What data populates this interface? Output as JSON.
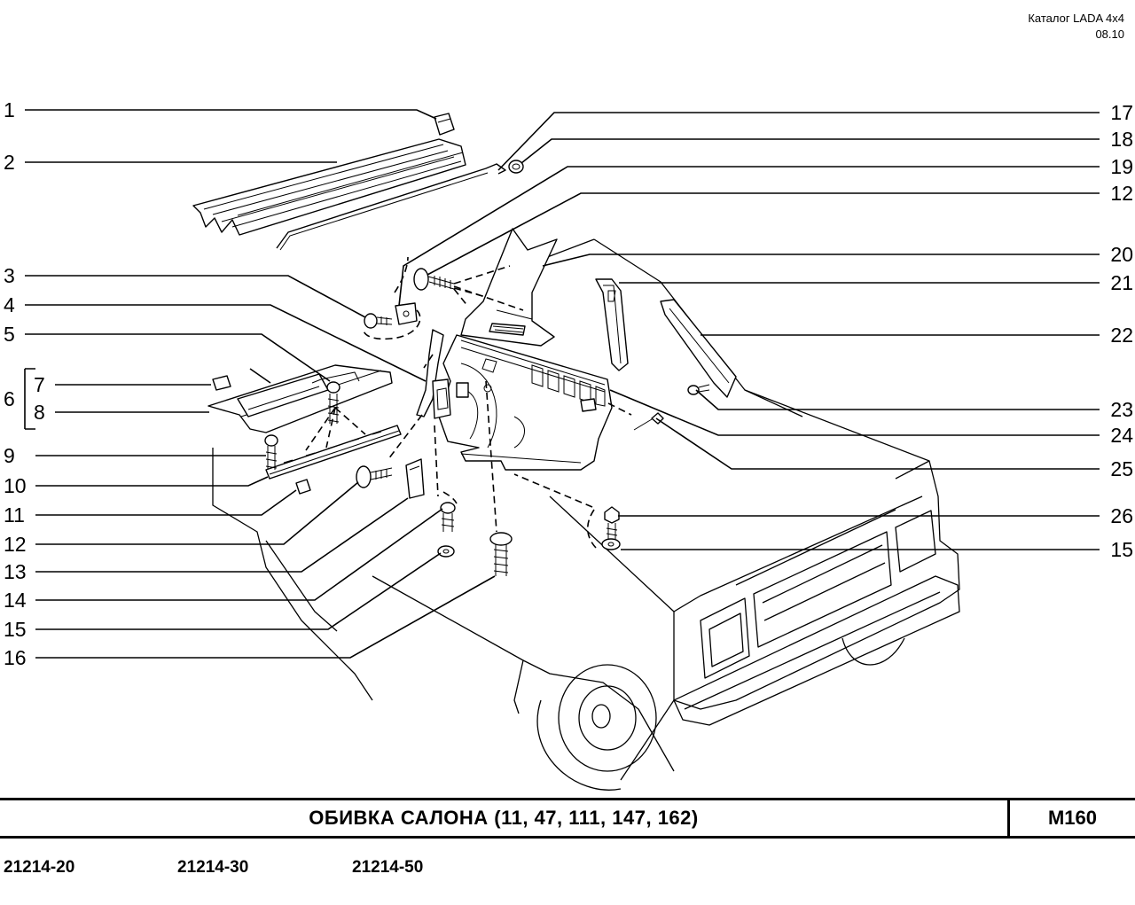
{
  "header": {
    "catalog": "Каталог  LADA  4x4",
    "date": "08.10"
  },
  "title": "ОБИВКА  САЛОНА  (11, 47, 111, 147, 162)",
  "code": "M160",
  "models": [
    "21214-20",
    "21214-30",
    "21214-50"
  ],
  "callouts_left": [
    "1",
    "2",
    "3",
    "4",
    "5",
    "6",
    "7",
    "8",
    "9",
    "10",
    "11",
    "12",
    "13",
    "14",
    "15",
    "16"
  ],
  "callouts_right": [
    "17",
    "18",
    "19",
    "12",
    "20",
    "21",
    "22",
    "23",
    "24",
    "25",
    "26",
    "15"
  ]
}
